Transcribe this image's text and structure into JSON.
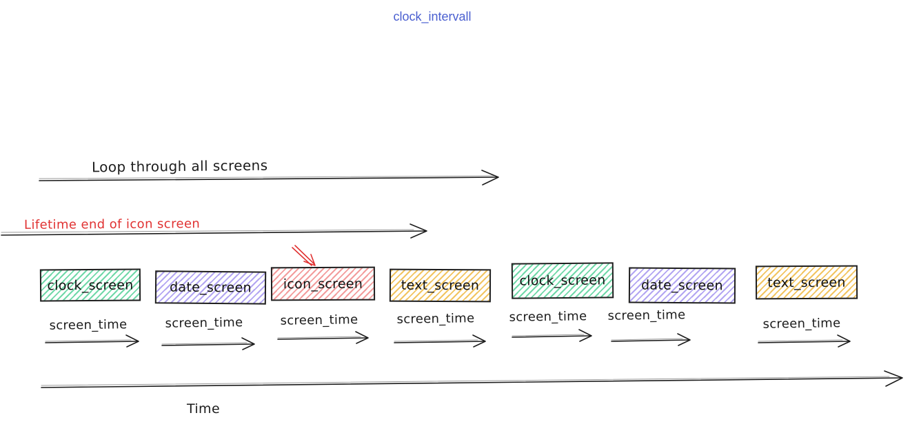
{
  "palette": {
    "ink": "#1c1c1c",
    "sketch_gray": "#9a9a9a",
    "stroke": "#1e1e1e",
    "blue": "#4a5fd0",
    "red": "#e03131",
    "green": "#6fd8a8",
    "purple": "#b2a5f2",
    "pink": "#f39c9c",
    "yellow": "#f2c45f"
  },
  "title": {
    "text": "clock_intervall"
  },
  "loop_arrow": {
    "label": "Loop through all screens"
  },
  "lifetime_arrow": {
    "label": "Lifetime end of icon screen"
  },
  "time_axis": {
    "label": "Time"
  },
  "screen_time_label": "screen_time",
  "screens": [
    {
      "label": "clock_screen",
      "color": "green"
    },
    {
      "label": "date_screen",
      "color": "purple"
    },
    {
      "label": "icon_screen",
      "color": "pink"
    },
    {
      "label": "text_screen",
      "color": "yellow"
    },
    {
      "label": "clock_screen",
      "color": "green"
    },
    {
      "label": "date_screen",
      "color": "purple"
    },
    {
      "label": "text_screen",
      "color": "yellow"
    }
  ]
}
